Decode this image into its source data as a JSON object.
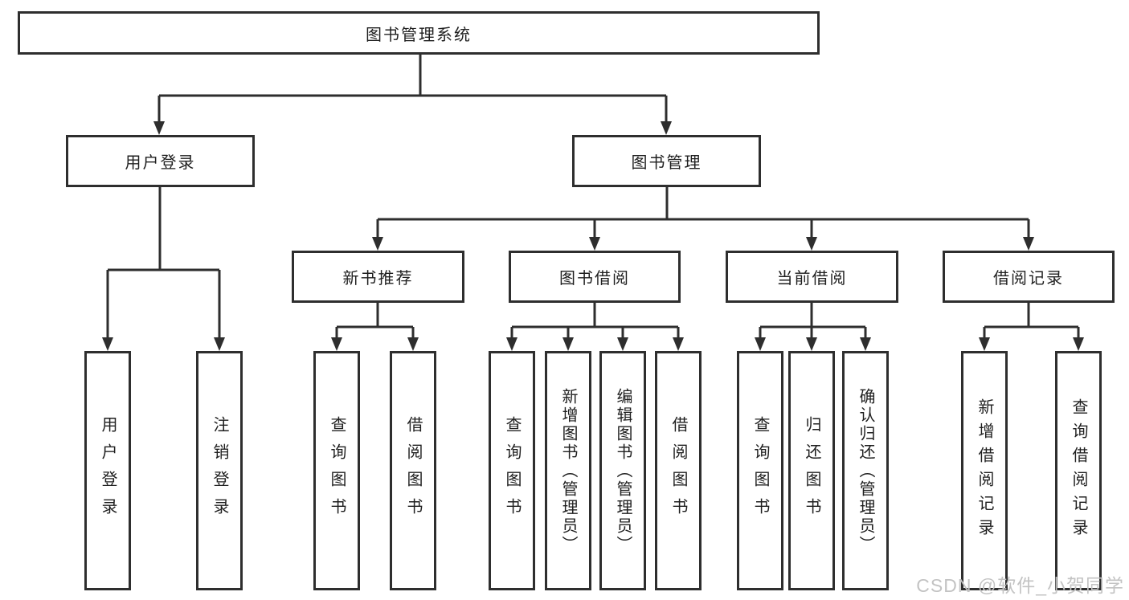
{
  "diagram": {
    "root": {
      "label": "图书管理系统"
    },
    "level2": [
      {
        "label": "用户登录"
      },
      {
        "label": "图书管理"
      }
    ],
    "level3": [
      {
        "label": "新书推荐"
      },
      {
        "label": "图书借阅"
      },
      {
        "label": "当前借阅"
      },
      {
        "label": "借阅记录"
      }
    ],
    "leaves": [
      {
        "label": "用户登录"
      },
      {
        "label": "注销登录"
      },
      {
        "label": "查询图书"
      },
      {
        "label": "借阅图书"
      },
      {
        "label": "查询图书"
      },
      {
        "label": "新增图书（管理员）"
      },
      {
        "label": "编辑图书（管理员）"
      },
      {
        "label": "借阅图书"
      },
      {
        "label": "查询图书"
      },
      {
        "label": "归还图书"
      },
      {
        "label": "确认归还（管理员）"
      },
      {
        "label": "新增借阅记录"
      },
      {
        "label": "查询借阅记录"
      }
    ]
  },
  "watermark": {
    "text": "CSDN @软件_小贺同学"
  },
  "colors": {
    "line": "#2e2e2e",
    "text": "#1f1f1f",
    "background": "#ffffff",
    "watermark": "#c3c3c3"
  }
}
